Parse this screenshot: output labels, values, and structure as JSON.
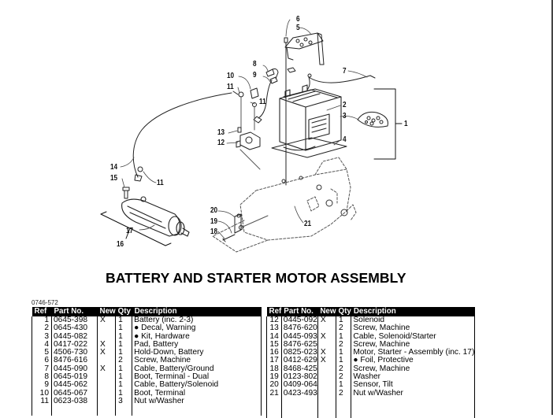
{
  "page": {
    "title": "BATTERY AND STARTER MOTOR ASSEMBLY",
    "doc_number": "0746-572"
  },
  "diagram": {
    "callouts": [
      "1",
      "2",
      "3",
      "4",
      "5",
      "6",
      "7",
      "8",
      "9",
      "10",
      "11",
      "11",
      "11",
      "12",
      "13",
      "14",
      "15",
      "16",
      "17",
      "18",
      "19",
      "20",
      "21"
    ]
  },
  "table": {
    "headers": {
      "ref": "Ref",
      "part_no": "Part No.",
      "new": "New",
      "qty": "Qty",
      "description": "Description"
    },
    "left_rows": [
      {
        "ref": "1",
        "part_no": "0645-398",
        "new": "X",
        "qty": "1",
        "description": "Battery (inc. 2-3)"
      },
      {
        "ref": "2",
        "part_no": "0645-430",
        "new": "",
        "qty": "1",
        "description": "● Decal, Warning"
      },
      {
        "ref": "3",
        "part_no": "0445-082",
        "new": "",
        "qty": "1",
        "description": "● Kit, Hardware"
      },
      {
        "ref": "4",
        "part_no": "0417-022",
        "new": "X",
        "qty": "1",
        "description": "Pad, Battery"
      },
      {
        "ref": "5",
        "part_no": "4506-730",
        "new": "X",
        "qty": "1",
        "description": "Hold-Down, Battery"
      },
      {
        "ref": "6",
        "part_no": "8476-616",
        "new": "",
        "qty": "2",
        "description": "Screw, Machine"
      },
      {
        "ref": "7",
        "part_no": "0445-090",
        "new": "X",
        "qty": "1",
        "description": "Cable, Battery/Ground"
      },
      {
        "ref": "8",
        "part_no": "0645-019",
        "new": "",
        "qty": "1",
        "description": "Boot, Terminal - Dual"
      },
      {
        "ref": "9",
        "part_no": "0445-062",
        "new": "",
        "qty": "1",
        "description": "Cable, Battery/Solenoid"
      },
      {
        "ref": "10",
        "part_no": "0645-067",
        "new": "",
        "qty": "1",
        "description": "Boot, Terminal"
      },
      {
        "ref": "11",
        "part_no": "0623-038",
        "new": "",
        "qty": "3",
        "description": "Nut w/Washer"
      }
    ],
    "right_rows": [
      {
        "ref": "12",
        "part_no": "0445-092",
        "new": "X",
        "qty": "1",
        "description": "Solenoid"
      },
      {
        "ref": "13",
        "part_no": "8476-620",
        "new": "",
        "qty": "2",
        "description": "Screw, Machine"
      },
      {
        "ref": "14",
        "part_no": "0445-093",
        "new": "X",
        "qty": "1",
        "description": "Cable, Solenoid/Starter"
      },
      {
        "ref": "15",
        "part_no": "8476-625",
        "new": "",
        "qty": "2",
        "description": "Screw, Machine"
      },
      {
        "ref": "16",
        "part_no": "0825-023",
        "new": "X",
        "qty": "1",
        "description": "Motor, Starter - Assembly (inc. 17)"
      },
      {
        "ref": "17",
        "part_no": "0412-629",
        "new": "X",
        "qty": "1",
        "description": "● Foil, Protective"
      },
      {
        "ref": "18",
        "part_no": "8468-425",
        "new": "",
        "qty": "2",
        "description": "Screw, Machine"
      },
      {
        "ref": "19",
        "part_no": "0123-802",
        "new": "",
        "qty": "2",
        "description": "Washer"
      },
      {
        "ref": "20",
        "part_no": "0409-064",
        "new": "",
        "qty": "1",
        "description": "Sensor, Tilt"
      },
      {
        "ref": "21",
        "part_no": "0423-493",
        "new": "",
        "qty": "2",
        "description": "Nut w/Washer"
      }
    ]
  }
}
